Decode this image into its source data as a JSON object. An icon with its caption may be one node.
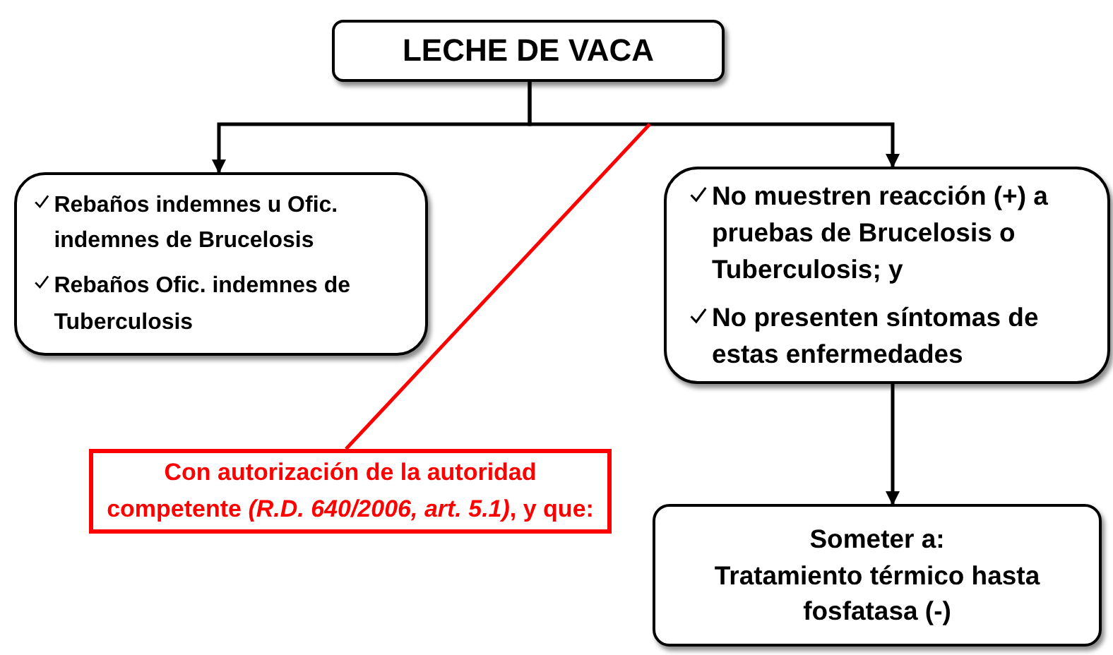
{
  "diagram": {
    "nodes": [
      {
        "text": [
          "LECHE DE VACA"
        ]
      },
      {
        "text": [
          "Rebaños indemnes u Ofic. indemnes de Brucelosis",
          "Rebaños Ofic. indemnes de Tuberculosis"
        ]
      },
      {
        "text": [
          "No muestren reacción (+) a pruebas de Brucelosis o Tuberculosis; y",
          "No presenten síntomas de estas  enfermedades"
        ]
      },
      {
        "text": [
          "Con autorización de la autoridad competente *(R.D. 640/2006, art. 5.1)*, y que:"
        ]
      },
      {
        "text": [
          "Someter a:",
          "Tratamiento térmico hasta fosfatasa (-)"
        ]
      }
    ],
    "edges": [
      {
        "from": 0,
        "to": 1,
        "arrow": "to"
      },
      {
        "from": 0,
        "to": 2,
        "arrow": "to"
      },
      {
        "from": 2,
        "to": 4,
        "arrow": "to"
      },
      {
        "from": 3,
        "to": null,
        "arrow": "none",
        "color": "#ff0000"
      }
    ]
  }
}
